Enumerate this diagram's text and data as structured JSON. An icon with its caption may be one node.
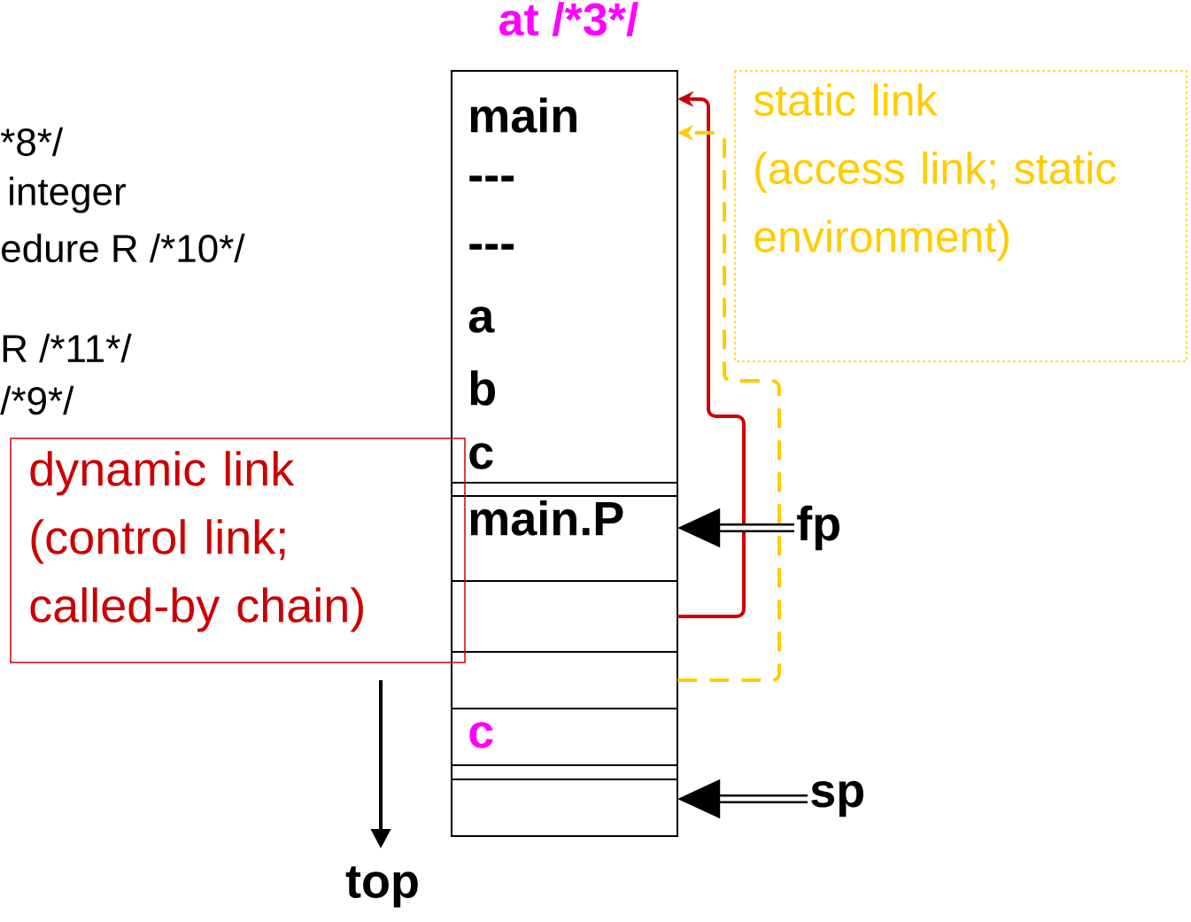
{
  "diagram": {
    "nodes": [
      {
        "text": [
          "main",
          "---",
          "---",
          "a",
          "b",
          "c"
        ]
      },
      {
        "text": [],
        "shape": "box"
      },
      {
        "text": [
          "main.P"
        ]
      },
      {
        "text": [],
        "shape": "box"
      },
      {
        "text": [],
        "shape": "box"
      },
      {
        "text": [
          "c"
        ]
      },
      {
        "text": [],
        "shape": "box"
      },
      {
        "text": [],
        "shape": "box"
      },
      {
        "text": [
          "dynamic link",
          "(control link; called-by chain)"
        ]
      },
      {
        "text": [
          "static link",
          "(access link; static environment)"
        ]
      },
      {
        "text": [
          "fp"
        ]
      },
      {
        "text": [
          "sp"
        ]
      }
    ],
    "edges": [
      {
        "from": 3,
        "to": 0,
        "arrow": "to",
        "color": "#cc0000"
      },
      {
        "from": 4,
        "to": 0,
        "arrow": "to",
        "style": "dashed",
        "color": "#ffcc00"
      },
      {
        "from": 10,
        "to": 2,
        "arrow": "to",
        "style": "thick"
      },
      {
        "from": 11,
        "to": 7,
        "arrow": "to",
        "style": "thick"
      }
    ],
    "labels": [
      "at /*3*/",
      "*8*/",
      "integer",
      "edure R /*10*/",
      "R /*11*/",
      "/*9*/",
      "top"
    ]
  }
}
